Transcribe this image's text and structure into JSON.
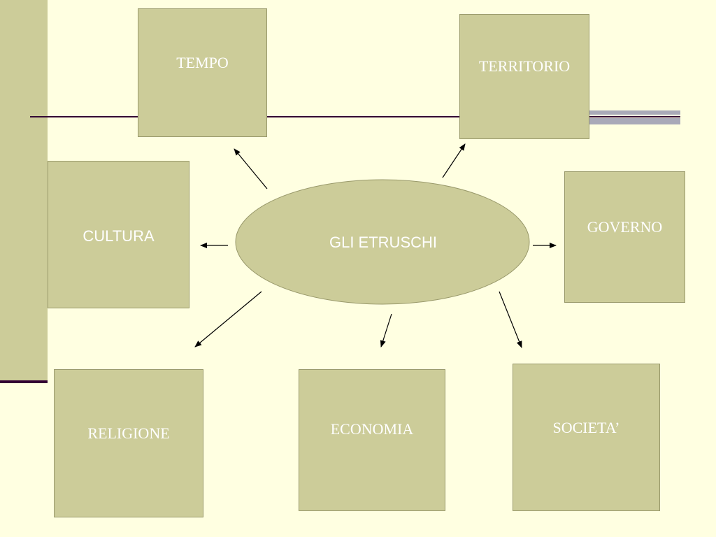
{
  "diagram": {
    "center": {
      "label": "GLI ETRUSCHI"
    },
    "nodes": {
      "tempo": "TEMPO",
      "territorio": "TERRITORIO",
      "cultura": "CULTURA",
      "governo": "GOVERNO",
      "religione": "RELIGIONE",
      "economia": "ECONOMIA",
      "societa": "SOCIETA’"
    }
  },
  "colors": {
    "background": "#ffffe1",
    "box_fill": "#cccc99",
    "box_border": "#99996b",
    "line": "#330033",
    "stripe": "#a9a9b8",
    "text": "#ffffff"
  }
}
